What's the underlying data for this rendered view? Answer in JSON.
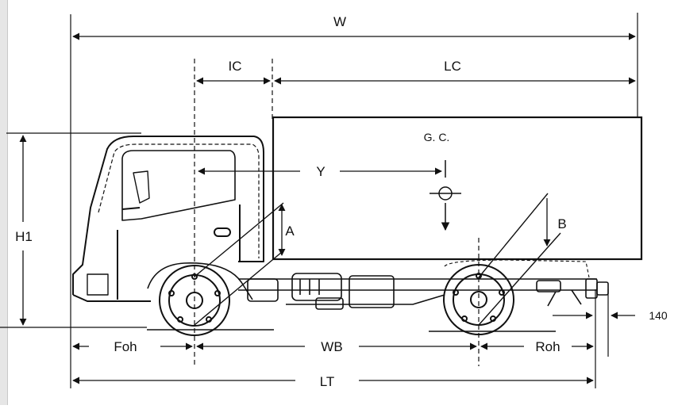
{
  "dimensions": {
    "overall_width": "W",
    "cab_clearance": "IC",
    "body_length": "LC",
    "center_of_gravity": "G. C.",
    "cg_offset": "Y",
    "height": "H1",
    "front_height": "A",
    "rear_height": "B",
    "front_overhang": "Foh",
    "wheelbase": "WB",
    "rear_overhang": "Roh",
    "overall_length": "LT",
    "rear_extension": "140"
  },
  "colors": {
    "line": "#111111",
    "background": "#ffffff",
    "page_edge": "#e6e6e6"
  }
}
